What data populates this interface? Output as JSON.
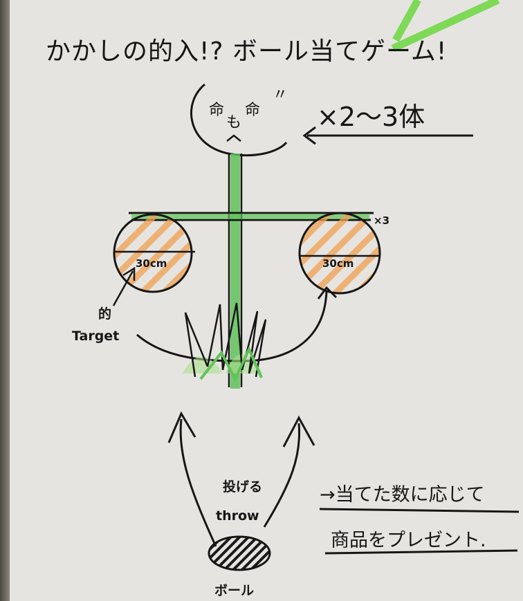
{
  "title": "かかしの的入!? ボール当てゲーム!",
  "scarecrow_face": {
    "eye_left": "命",
    "nose": "も",
    "eye_right": "命",
    "hair_marks": "〃"
  },
  "scarecrow_count": "×2〜3体",
  "arm_count": "×3",
  "target_left": {
    "size": "30cm"
  },
  "target_right": {
    "size": "30cm"
  },
  "target_label": {
    "jp": "的",
    "en": "Target"
  },
  "throw_label": {
    "jp": "投げる",
    "en": "throw"
  },
  "ball_label": "ボール",
  "prize_note": {
    "line1": "→当てた数に応じて",
    "line2": "商品をプレゼント."
  },
  "colors": {
    "ink": "#161616",
    "pole_green": "#5fc25a",
    "target_orange": "#f0a050",
    "arrow_green": "#7ed957",
    "paper": "#e6e4e0"
  }
}
